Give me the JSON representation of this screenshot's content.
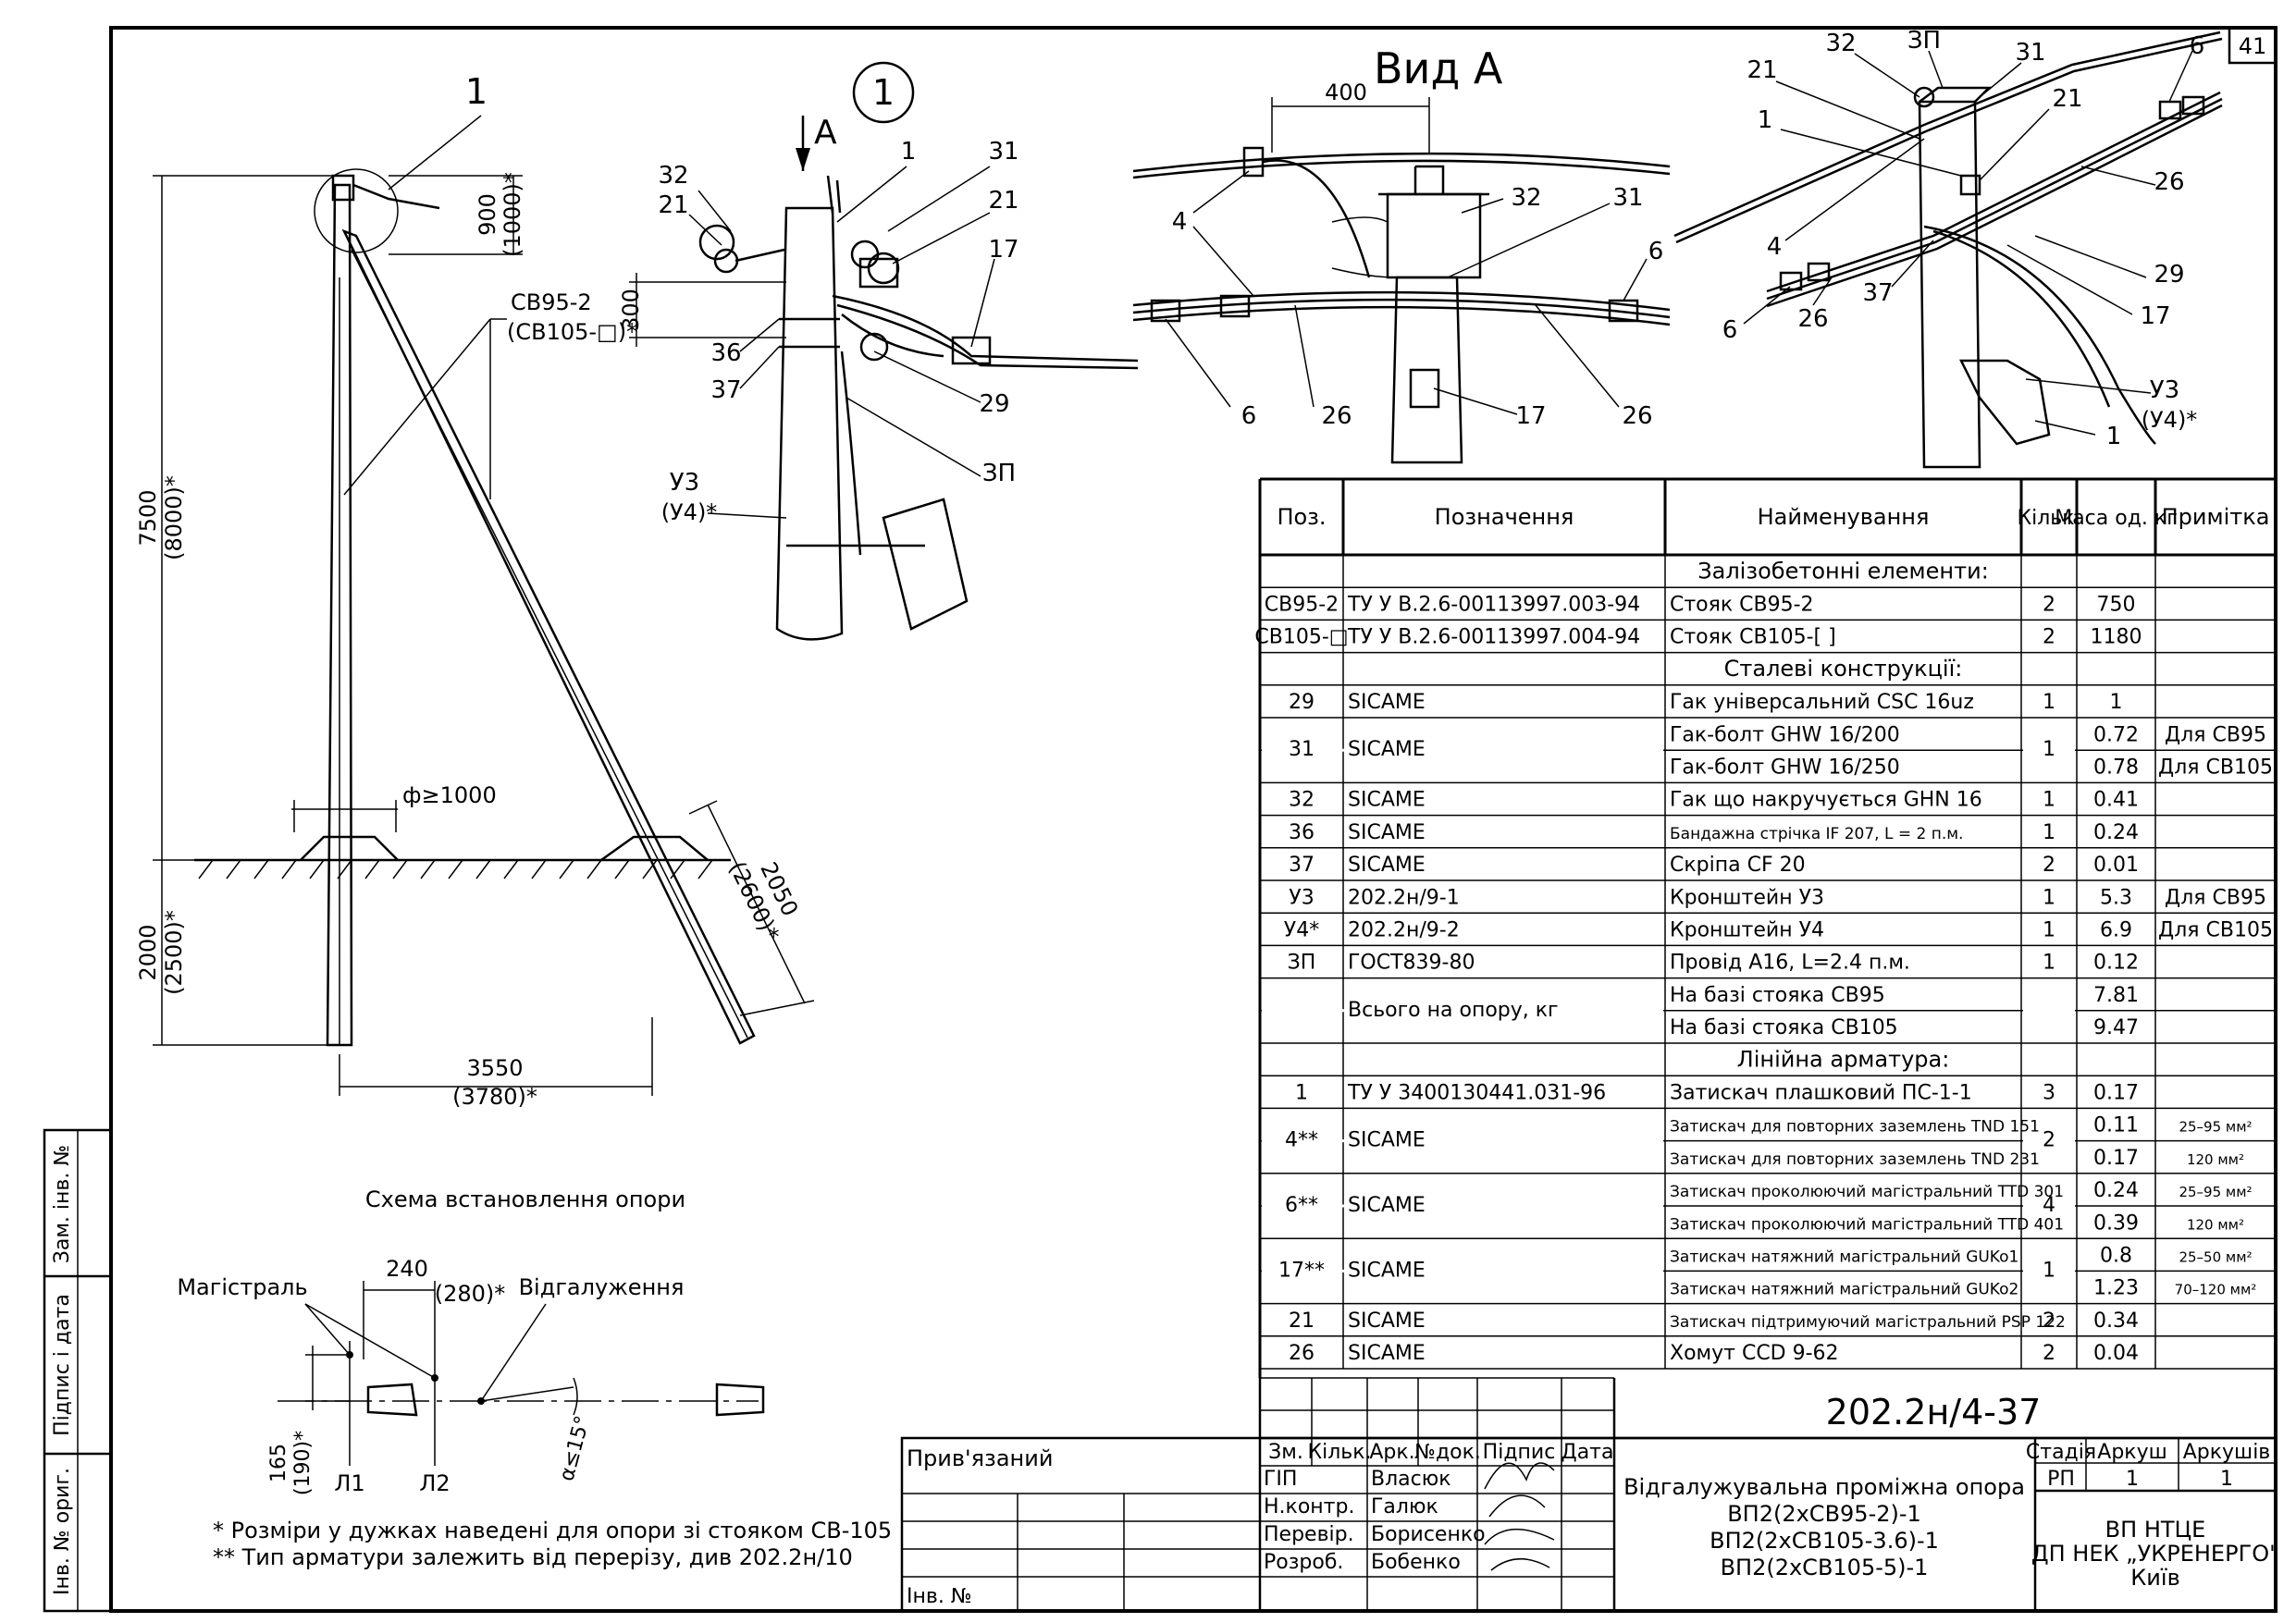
{
  "sheet_number": "41",
  "drawing_code": "202.2н/4-37",
  "view_labels": {
    "callout_1": "1",
    "detail_1": "1",
    "arrow_a": "A",
    "view_a": "Вид А"
  },
  "support_dims": {
    "height_main": "7500",
    "height_alt": "(8000)*",
    "depth_main": "2000",
    "depth_alt": "(2500)*",
    "top_main": "900",
    "top_alt": "(1000)*",
    "base_main": "3550",
    "base_alt": "(3780)*",
    "strut_main": "2050",
    "strut_alt": "(2600)*",
    "pit": "ф≥1000",
    "pole_label": "СВ95-2",
    "pole_label_alt": "(СВ105-□)*"
  },
  "detail_labels": {
    "l32": "32",
    "l21a": "21",
    "l1": "1",
    "l31": "31",
    "l21b": "21",
    "l17": "17",
    "l300": "300",
    "l36": "36",
    "l37": "37",
    "l29": "29",
    "l3p": "ЗП",
    "lu3": "У3",
    "lu4": "(У4)*"
  },
  "viewa_labels": {
    "d400": "400",
    "l4": "4",
    "l32": "32",
    "l31": "31",
    "l6a": "6",
    "l6b": "6",
    "l26a": "26",
    "l17": "17",
    "l26b": "26"
  },
  "iso_labels": {
    "l21": "21",
    "l32": "32",
    "l3p": "ЗП",
    "l31": "31",
    "l6": "6",
    "l1a": "1",
    "l21b": "21",
    "l26": "26",
    "l4": "4",
    "l29": "29",
    "l6b": "6",
    "l26b": "26",
    "l37": "37",
    "l17": "17",
    "lu3": "У3",
    "lu4": "(У4)*",
    "l1b": "1"
  },
  "scheme": {
    "title": "Схема встановлення опори",
    "main_line": "Магістраль",
    "branch": "Відгалуження",
    "d240": "240",
    "d280": "(280)*",
    "d165": "165",
    "d190": "(190)*",
    "angle": "α≤15°",
    "p1": "Л1",
    "p2": "Л2"
  },
  "notes": [
    "* Розміри у дужках наведені для опори зі стояком СВ-105",
    "** Тип арматури залежить від перерізу, див 202.2н/10"
  ],
  "side_stamp": [
    "Зам. інв. №",
    "Підпис і дата",
    "Інв. № ориг."
  ],
  "spec": {
    "headers": [
      "Поз.",
      "Позначення",
      "Найменування",
      "Кільк.",
      "Маса од. кг",
      "Примітка"
    ],
    "sections": {
      "s1": "Залізобетонні елементи:",
      "s2": "Сталеві конструкції:",
      "s3": "Лінійна арматура:"
    },
    "rows": {
      "r01": [
        "СВ95-2",
        "ТУ У В.2.6-00113997.003-94",
        "Стояк СВ95-2",
        "2",
        "750",
        ""
      ],
      "r02": [
        "СВ105-□",
        "ТУ У В.2.6-00113997.004-94",
        "Стояк СВ105-[    ]",
        "2",
        "1180",
        ""
      ],
      "r03": [
        "29",
        "SICAME",
        "Гак універсальний CSC 16uz",
        "1",
        "1",
        ""
      ],
      "r04": [
        "31",
        "SICAME",
        "Гак-болт GHW 16/200",
        "1",
        "0.72",
        "Для СВ95"
      ],
      "r04b": [
        "",
        "",
        "Гак-болт GHW 16/250",
        "",
        "0.78",
        "Для СВ105"
      ],
      "r05": [
        "32",
        "SICAME",
        "Гак що накручується GHN 16",
        "1",
        "0.41",
        ""
      ],
      "r06": [
        "36",
        "SICAME",
        "Бандажна стрічка IF 207, L = 2 п.м.",
        "1",
        "0.24",
        ""
      ],
      "r07": [
        "37",
        "SICAME",
        "Скріпа CF 20",
        "2",
        "0.01",
        ""
      ],
      "r08": [
        "У3",
        "202.2н/9-1",
        "Кронштейн У3",
        "1",
        "5.3",
        "Для СВ95"
      ],
      "r09": [
        "У4*",
        "202.2н/9-2",
        "Кронштейн У4",
        "1",
        "6.9",
        "Для СВ105"
      ],
      "r10": [
        "ЗП",
        "ГОСТ839-80",
        "Провід А16, L=2.4 п.м.",
        "1",
        "0.12",
        ""
      ],
      "r11": [
        "",
        "Всього на опору, кг",
        "На базі стояка СВ95",
        "",
        "7.81",
        ""
      ],
      "r11b": [
        "",
        "",
        "На базі стояка СВ105",
        "",
        "9.47",
        ""
      ],
      "r12": [
        "1",
        "ТУ У 3400130441.031-96",
        "Затискач плашковий ПС-1-1",
        "3",
        "0.17",
        ""
      ],
      "r13": [
        "4**",
        "SICAME",
        "Затискач для повторних заземлень TND 151",
        "2",
        "0.11",
        "25–95 мм²"
      ],
      "r13b": [
        "",
        "",
        "Затискач для повторних заземлень TND 231",
        "",
        "0.17",
        "120 мм²"
      ],
      "r14": [
        "6**",
        "SICAME",
        "Затискач проколюючий магістральний TTD 301",
        "4",
        "0.24",
        "25–95 мм²"
      ],
      "r14b": [
        "",
        "",
        "Затискач проколюючий магістральний TTD 401",
        "",
        "0.39",
        "120 мм²"
      ],
      "r15": [
        "17**",
        "SICAME",
        "Затискач натяжний магістральний GUKo1",
        "1",
        "0.8",
        "25–50 мм²"
      ],
      "r15b": [
        "",
        "",
        "Затискач натяжний магістральний GUKo2",
        "",
        "1.23",
        "70–120 мм²"
      ],
      "r16": [
        "21",
        "SICAME",
        "Затискач підтримуючий магістральний PSP 122",
        "2",
        "0.34",
        ""
      ],
      "r17": [
        "26",
        "SICAME",
        "Хомут CCD 9-62",
        "2",
        "0.04",
        ""
      ]
    }
  },
  "title_block": {
    "rev_headers": [
      "Зм.",
      "Кільк.",
      "Арк.",
      "№док.",
      "Підпис",
      "Дата"
    ],
    "roles": [
      "ГІП",
      "Н.контр.",
      "Перевір.",
      "Розроб."
    ],
    "names": [
      "Власюк",
      "Галюк",
      "Борисенко",
      "Бобенко"
    ],
    "title_lines": [
      "Відгалужувальна проміжна опора",
      "ВП2(2хСВ95-2)-1",
      "ВП2(2хСВ105-3.6)-1",
      "ВП2(2хСВ105-5)-1"
    ],
    "stage_h": "Стадія",
    "sheet_h": "Аркуш",
    "sheets_h": "Аркушів",
    "stage": "РП",
    "sheet": "1",
    "sheets": "1",
    "org": [
      "ВП НТЦЕ",
      "ДП НЕК „УКРЕНЕРГО\"",
      "Київ"
    ],
    "attached": "Прив'язаний",
    "inv": "Інв. №"
  }
}
